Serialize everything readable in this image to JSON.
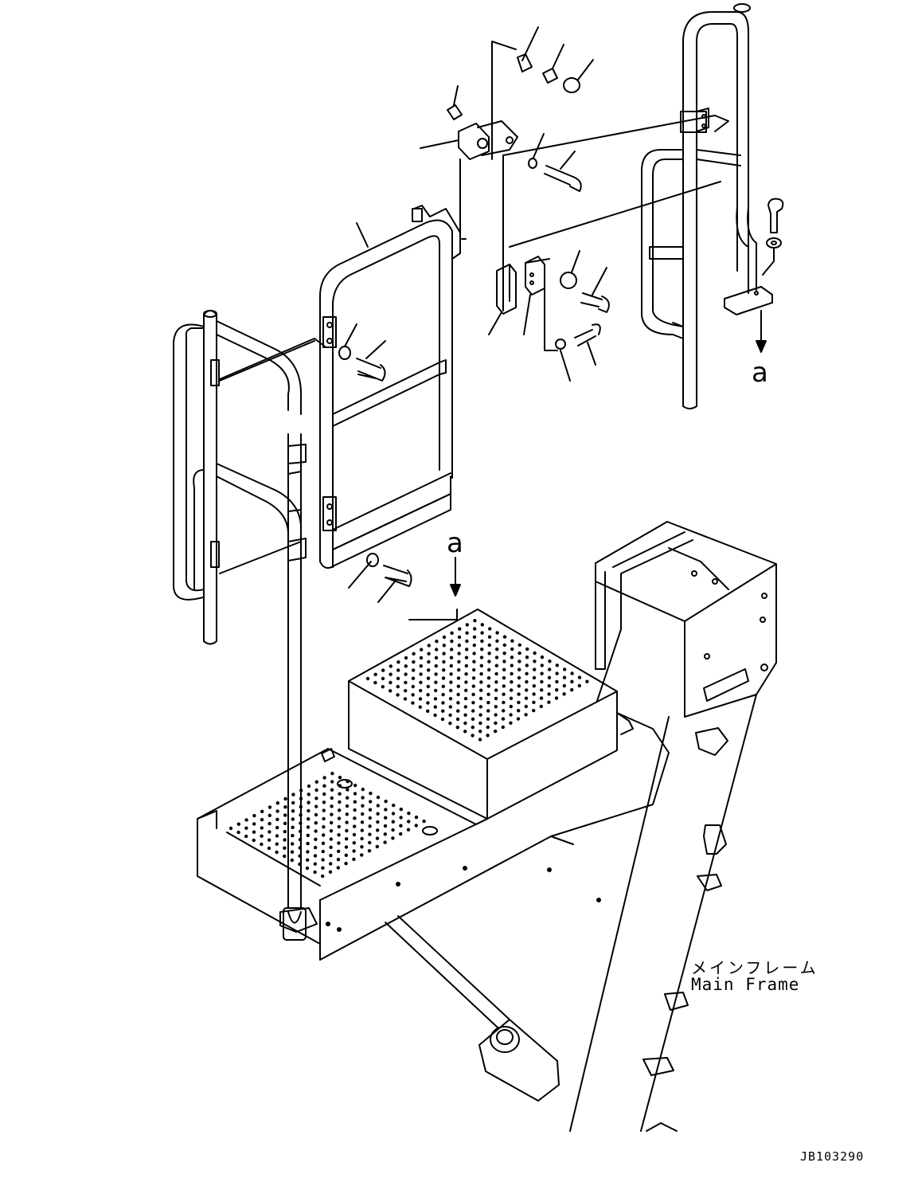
{
  "labels": {
    "view_arrow_right": "a",
    "view_arrow_center": "a",
    "frame_label_jp": "メインフレーム",
    "frame_label_en": "Main Frame",
    "drawing_number": "JB103290"
  },
  "colors": {
    "line": "#000000",
    "background": "#ffffff"
  }
}
